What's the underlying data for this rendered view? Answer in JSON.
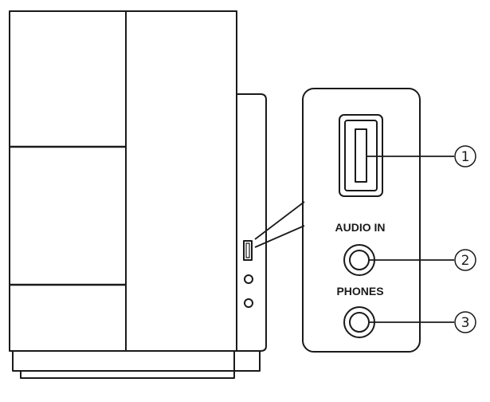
{
  "panel": {
    "audio_in_label": "AUDIO IN",
    "phones_label": "PHONES"
  },
  "callouts": [
    {
      "id": "usb-port",
      "number": "1"
    },
    {
      "id": "audio-in-jack",
      "number": "2"
    },
    {
      "id": "phones-jack",
      "number": "3"
    }
  ],
  "colors": {
    "line": "#1a1a1a",
    "background": "#ffffff"
  }
}
